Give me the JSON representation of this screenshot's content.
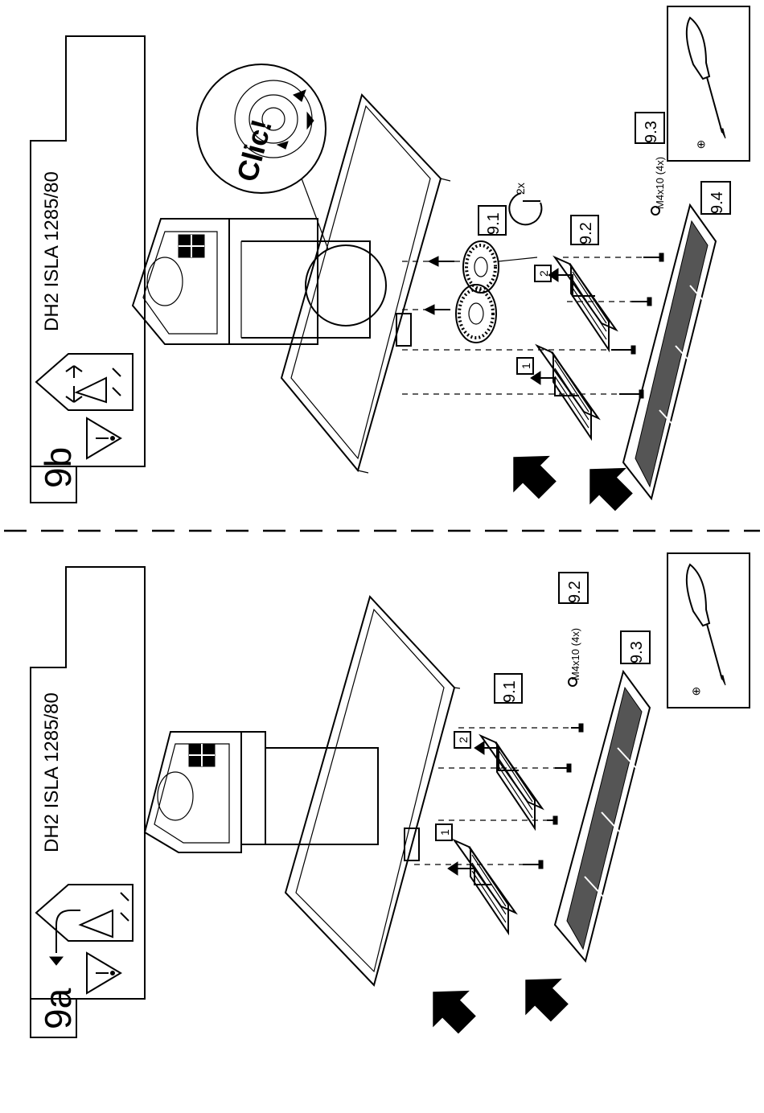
{
  "panel_9a": {
    "step": "9a",
    "model": "DH2 ISLA 1285/80",
    "part_filter_panels": "9.1",
    "part_screws": "9.2",
    "part_grease_filter": "9.3",
    "screw_spec": "M4x10 (4x)",
    "step_1": "1",
    "step_2": "2"
  },
  "panel_9b": {
    "step": "9b",
    "model": "DH2 ISLA 1285/80",
    "part_carbon_filters": "9.1",
    "part_filter_panels": "9.2",
    "part_screws": "9.3",
    "part_grease_filter": "9.4",
    "screw_spec": "M4x10 (4x)",
    "click_text": "Clic!",
    "repeat_count": "2x",
    "step_1": "1",
    "step_2": "2"
  },
  "icons": [
    "warning-triangle-icon",
    "recirculation-mode-icon",
    "extraction-mode-icon",
    "screwdriver-icon",
    "push-arrow-icon",
    "click-detail-icon"
  ]
}
